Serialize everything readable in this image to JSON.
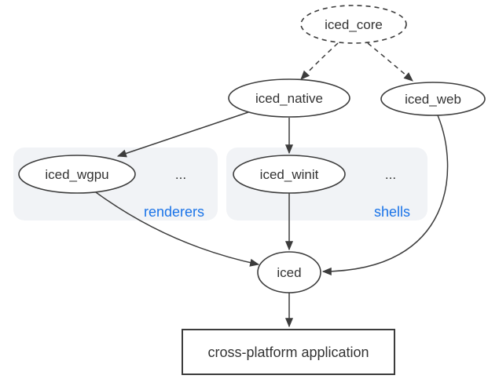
{
  "nodes": {
    "iced_core": "iced_core",
    "iced_native": "iced_native",
    "iced_web": "iced_web",
    "iced_wgpu": "iced_wgpu",
    "iced_winit": "iced_winit",
    "iced": "iced",
    "application": "cross-platform application"
  },
  "groups": {
    "renderers": {
      "label": "renderers",
      "more": "..."
    },
    "shells": {
      "label": "shells",
      "more": "..."
    }
  },
  "colors": {
    "line": "#3c3c3c",
    "text": "#333333",
    "node_fill": "#ffffff",
    "group_fill": "#f1f3f6",
    "group_label": "#1a73e8",
    "bg": "#ffffff"
  }
}
